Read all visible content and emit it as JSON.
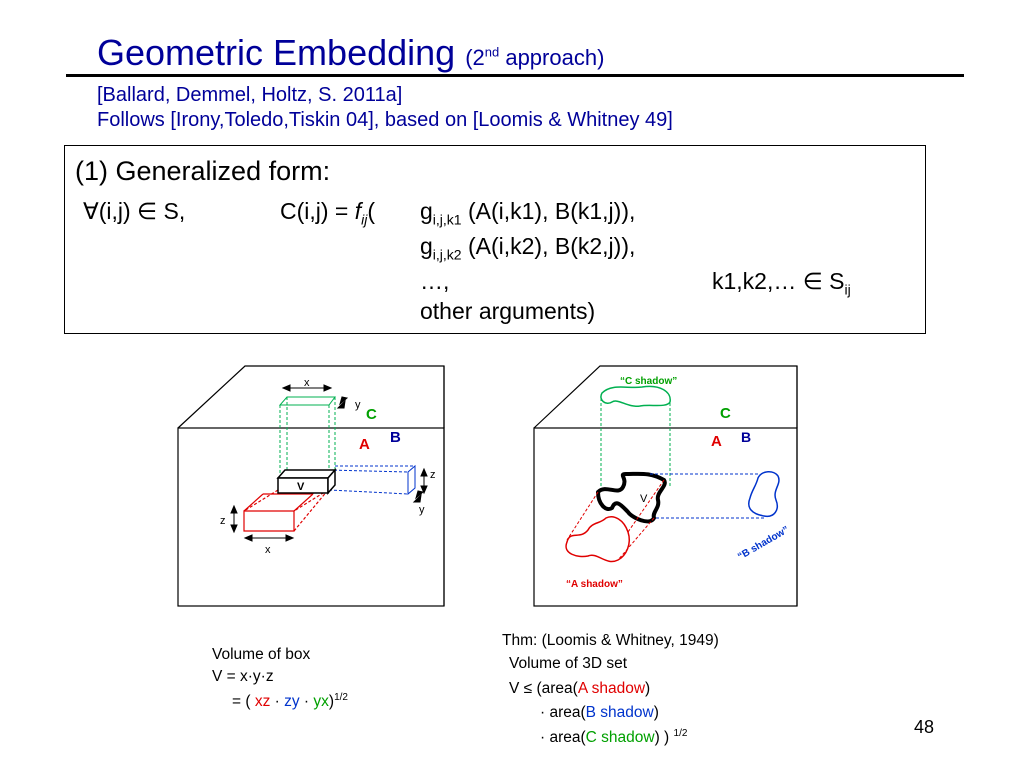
{
  "slide": {
    "title_main": "Geometric Embedding",
    "title_paren_open": "(2",
    "title_sup": "nd",
    "title_paren_rest": " approach)",
    "citation_1": "[Ballard, Demmel, Holtz, S.  2011a]",
    "citation_2": "Follows [Irony,Toledo,Tiskin 04], based on [Loomis & Whitney 49]",
    "page_number": "48"
  },
  "formula": {
    "heading": "(1) Generalized form:",
    "forall": "∀(i,j) ∈ S,",
    "c_expr": "C(i,j) = ",
    "f": "f",
    "f_sub": "ij",
    "f_paren": "(",
    "g": "g",
    "g1_sub": "i,j,k1",
    "g1_args": " (A(i,k1), B(k1,j)),",
    "g2_sub": "i,j,k2",
    "g2_args": " (A(i,k2), B(k2,j)),",
    "dots": "…,",
    "k_range": "k1,k2,… ∈ S",
    "k_sub": "ij",
    "other_args": "other arguments)"
  },
  "left_figure": {
    "label_x_top": "x",
    "label_y_top": "y",
    "label_C": "C",
    "label_A": "A",
    "label_B": "B",
    "label_V": "V",
    "label_z_right": "z",
    "label_y_right": "y",
    "label_z_left": "z",
    "label_x_bottom": "x",
    "caption_1": "Volume of box",
    "caption_2": "V = x·y·z",
    "caption_3_pre": "= ( ",
    "caption_xz": "xz",
    "caption_dot1": " · ",
    "caption_zy": "zy",
    "caption_dot2": " · ",
    "caption_yx": "yx",
    "caption_close": ")",
    "caption_exp": "1/2"
  },
  "right_figure": {
    "c_shadow": "“C shadow”",
    "label_C": "C",
    "label_A": "A",
    "label_B": "B",
    "label_V": "V",
    "b_shadow": "“B shadow”",
    "a_shadow": "“A shadow”",
    "thm": "Thm: (Loomis & Whitney, 1949)",
    "vol": "Volume of 3D set",
    "line3_pre": "V   ≤ (area(",
    "a_word": "A shadow",
    "close": ")",
    "dot_area": "·  area(",
    "b_word": "B shadow",
    "c_word": "C shadow",
    "line5_close": ") )",
    "exp": "1/2"
  },
  "colors": {
    "title": "#000099",
    "red": "#e00000",
    "blue": "#0033cc",
    "green": "#00a000"
  }
}
